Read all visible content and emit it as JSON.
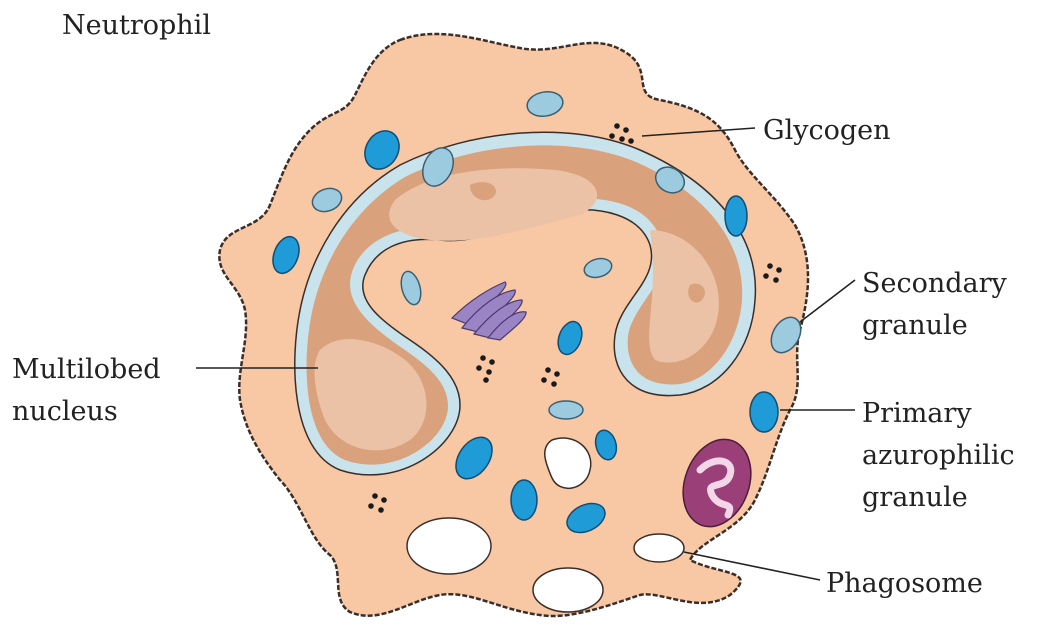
{
  "title": "Neutrophil",
  "labels": {
    "glycogen": "Glycogen",
    "secondary_1": "Secondary",
    "secondary_2": "granule",
    "primary_1": "Primary",
    "primary_2": "azurophilic",
    "primary_3": "granule",
    "phagosome": "Phagosome",
    "nucleus_1": "Multilobed",
    "nucleus_2": "nucleus"
  },
  "colors": {
    "cytoplasm": "#f8c7a3",
    "membrane": "#3a2e2a",
    "nucleus_dark": "#d9a27c",
    "nucleus_light": "#ecc2a6",
    "nuclear_envelope": "#c9e3ec",
    "primary_granule": "#1f9bd7",
    "secondary_granule": "#9ccbe0",
    "golgi": "#9a84c4",
    "mitochondrion": "#9a3f78",
    "phagosome": "#ffffff",
    "text": "#222222"
  }
}
